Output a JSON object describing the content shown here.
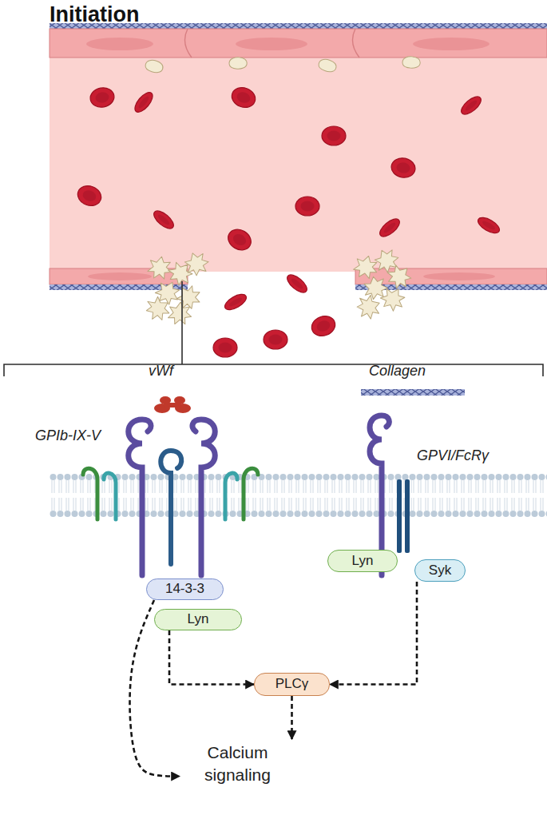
{
  "diagram": {
    "title": "Initiation",
    "nodes": [
      {
        "text": [
          "14-3-3"
        ]
      },
      {
        "text": [
          "Lyn"
        ]
      },
      {
        "text": [
          "Lyn"
        ]
      },
      {
        "text": [
          "Syk"
        ]
      },
      {
        "text": [
          "PLCγ"
        ]
      },
      {
        "text": [
          "Calcium signaling"
        ]
      }
    ],
    "edges": [
      {
        "from": 1,
        "to": 4,
        "arrow": "to"
      },
      {
        "from": 3,
        "to": 4,
        "arrow": "to"
      },
      {
        "from": 4,
        "to": 5,
        "arrow": "to"
      },
      {
        "from": 0,
        "to": 5,
        "arrow": "to"
      }
    ],
    "labels": [
      "vWf",
      "GPIb-IX-V",
      "Collagen",
      "GPVI/FcRγ"
    ]
  }
}
